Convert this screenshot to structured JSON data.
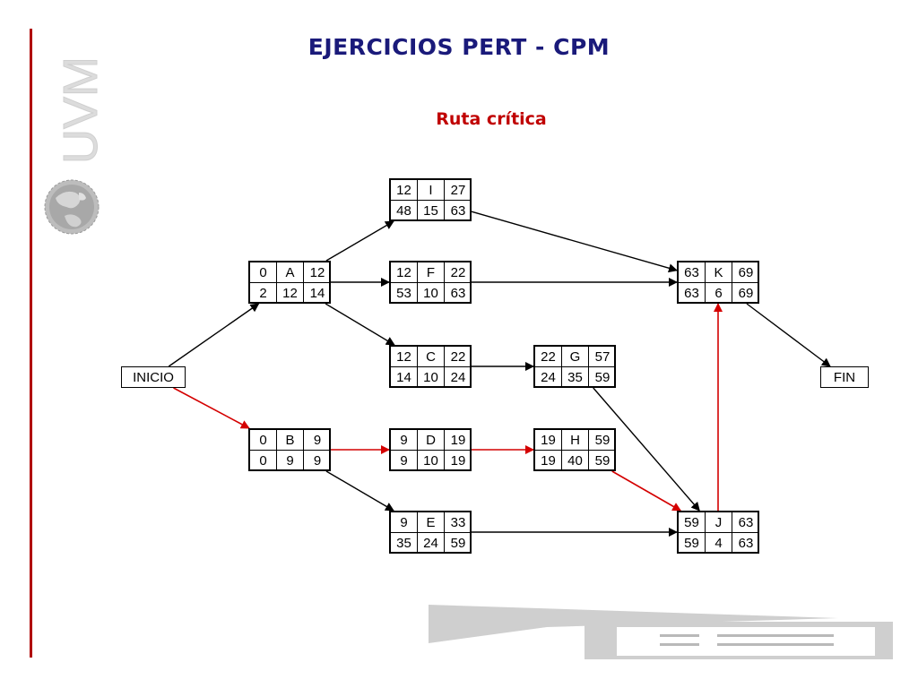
{
  "title": "EJERCICIOS PERT - CPM",
  "subtitle": "Ruta crítica",
  "logo_text": "UVM",
  "colors": {
    "title": "#1a1a7a",
    "critical": "#d40000",
    "normal": "#000000",
    "logo": "#d8d8d8",
    "accent_line": "#b00000"
  },
  "start_label": "INICIO",
  "end_label": "FIN",
  "nodes": [
    {
      "id": "I",
      "es": "12",
      "ef": "27",
      "ls": "48",
      "dur": "15",
      "lf": "63"
    },
    {
      "id": "A",
      "es": "0",
      "ef": "12",
      "ls": "2",
      "dur": "12",
      "lf": "14"
    },
    {
      "id": "F",
      "es": "12",
      "ef": "22",
      "ls": "53",
      "dur": "10",
      "lf": "63"
    },
    {
      "id": "K",
      "es": "63",
      "ef": "69",
      "ls": "63",
      "dur": "6",
      "lf": "69"
    },
    {
      "id": "C",
      "es": "12",
      "ef": "22",
      "ls": "14",
      "dur": "10",
      "lf": "24"
    },
    {
      "id": "G",
      "es": "22",
      "ef": "57",
      "ls": "24",
      "dur": "35",
      "lf": "59"
    },
    {
      "id": "B",
      "es": "0",
      "ef": "9",
      "ls": "0",
      "dur": "9",
      "lf": "9"
    },
    {
      "id": "D",
      "es": "9",
      "ef": "19",
      "ls": "9",
      "dur": "10",
      "lf": "19"
    },
    {
      "id": "H",
      "es": "19",
      "ef": "59",
      "ls": "19",
      "dur": "40",
      "lf": "59"
    },
    {
      "id": "E",
      "es": "9",
      "ef": "33",
      "ls": "35",
      "dur": "24",
      "lf": "59"
    },
    {
      "id": "J",
      "es": "59",
      "ef": "63",
      "ls": "59",
      "dur": "4",
      "lf": "63"
    }
  ],
  "edges": [
    {
      "from": "INICIO",
      "to": "A",
      "critical": false
    },
    {
      "from": "INICIO",
      "to": "B",
      "critical": true
    },
    {
      "from": "A",
      "to": "I",
      "critical": false
    },
    {
      "from": "A",
      "to": "F",
      "critical": false
    },
    {
      "from": "A",
      "to": "C",
      "critical": false
    },
    {
      "from": "I",
      "to": "K",
      "critical": false
    },
    {
      "from": "F",
      "to": "K",
      "critical": false
    },
    {
      "from": "C",
      "to": "G",
      "critical": false
    },
    {
      "from": "G",
      "to": "J",
      "critical": false
    },
    {
      "from": "B",
      "to": "D",
      "critical": true
    },
    {
      "from": "B",
      "to": "E",
      "critical": false
    },
    {
      "from": "D",
      "to": "H",
      "critical": true
    },
    {
      "from": "H",
      "to": "J",
      "critical": true
    },
    {
      "from": "E",
      "to": "J",
      "critical": false
    },
    {
      "from": "J",
      "to": "K",
      "critical": true
    },
    {
      "from": "K",
      "to": "FIN",
      "critical": false
    }
  ]
}
